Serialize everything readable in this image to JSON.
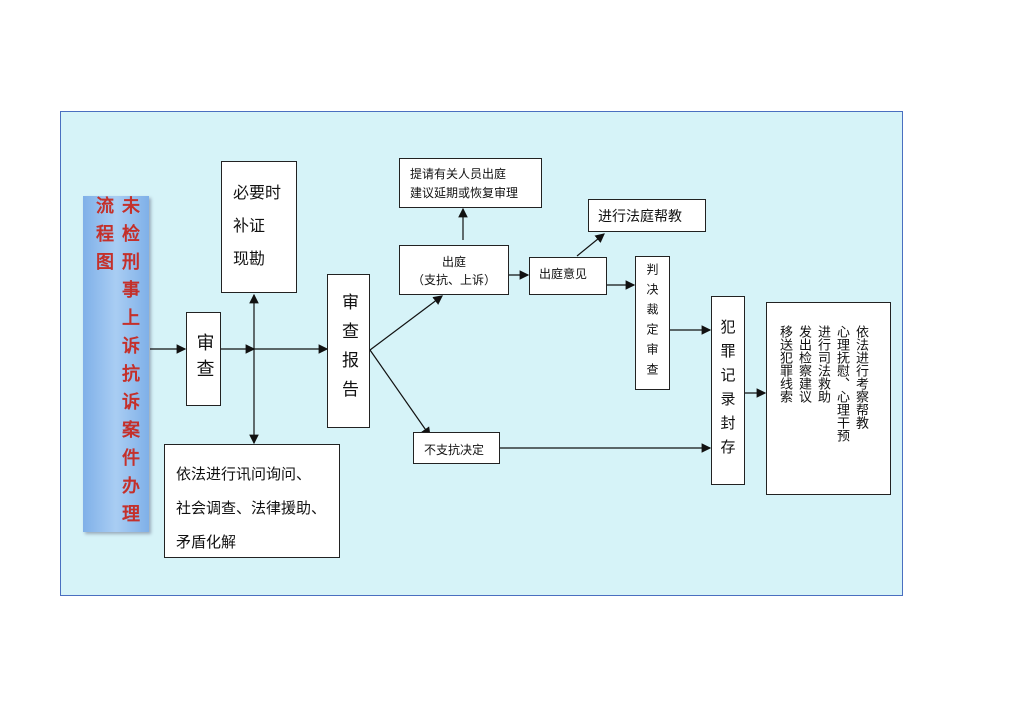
{
  "title": "未检刑事上诉抗诉案件办理流程图",
  "nodes": {
    "review": "审查",
    "supplement": [
      "必要时",
      "补证",
      "现勘"
    ],
    "procedures": [
      "依法进行讯问询问、",
      "社会调查、法律援助、",
      "矛盾化解"
    ],
    "report": "审查报告",
    "court": [
      "出庭",
      "（支抗、上诉）"
    ],
    "request": [
      "提请有关人员出庭",
      "建议延期或恢复审理"
    ],
    "court_opinion": "出庭意见",
    "court_education": "进行法庭帮教",
    "judgment_review": "判决裁定审查",
    "no_protest": "不支抗决定",
    "record_seal": "犯罪记录封存",
    "followup": [
      "依法进行考察帮教",
      "心理抚慰、心理干预",
      "进行司法救助",
      "发出检察建议",
      "移送犯罪线索"
    ]
  }
}
